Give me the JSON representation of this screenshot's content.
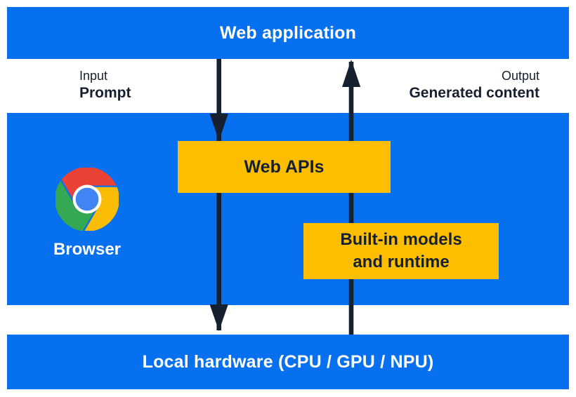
{
  "colors": {
    "blue": "#0670EE",
    "yellow": "#FDBE00",
    "navy": "#16202F",
    "chrome_red": "#EA4335",
    "chrome_green": "#34A853",
    "chrome_yellow": "#FBBC05",
    "chrome_blue": "#4285F4"
  },
  "top_bar": {
    "label": "Web application"
  },
  "flow_labels": {
    "input": {
      "title": "Input",
      "value": "Prompt"
    },
    "output": {
      "title": "Output",
      "value": "Generated content"
    }
  },
  "browser": {
    "label": "Browser",
    "icon": "chrome-logo-icon"
  },
  "boxes": {
    "web_apis": {
      "label": "Web APIs"
    },
    "builtin_models": {
      "label_line1": "Built-in models",
      "label_line2": "and runtime"
    }
  },
  "bottom_bar": {
    "label": "Local hardware (CPU / GPU / NPU)"
  },
  "arrows": {
    "down": "prompt-flow-from-web-app-to-web-apis-and-hardware",
    "up": "generated-content-flow-from-hardware-to-web-app"
  }
}
